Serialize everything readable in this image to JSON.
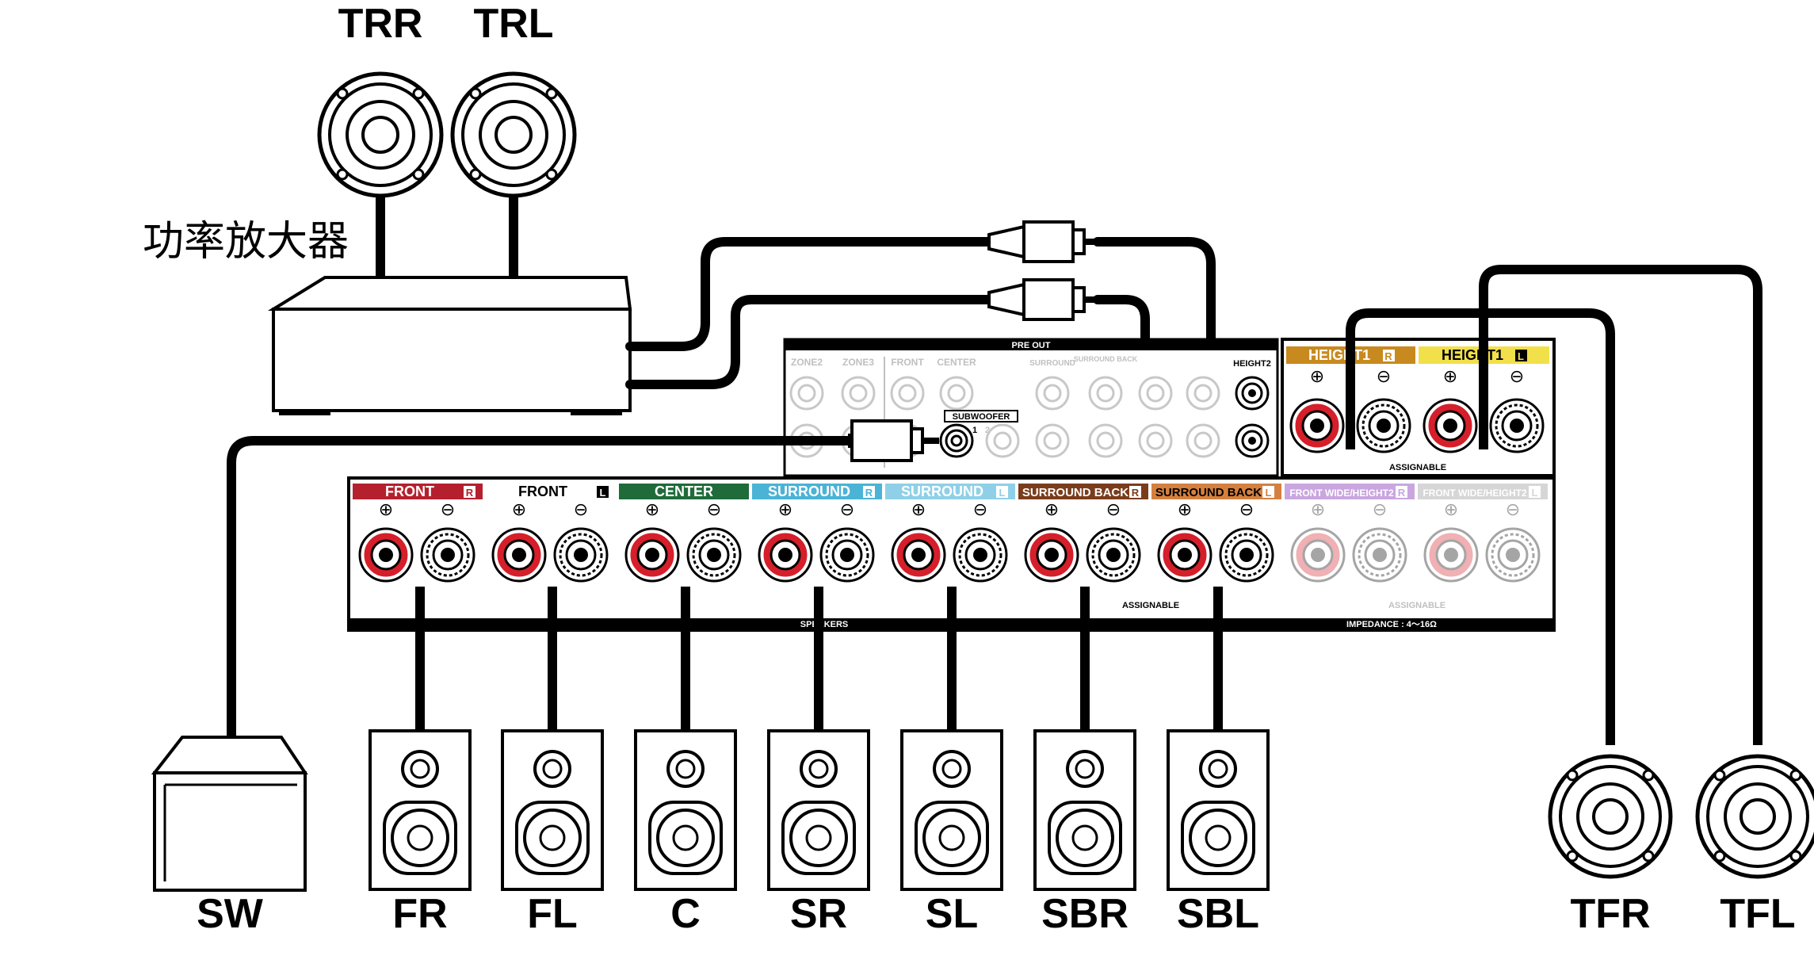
{
  "diagram": {
    "top_labels": [
      "TRR",
      "TRL"
    ],
    "amplifier_label": "功率放大器",
    "preout": {
      "title": "PRE OUT",
      "zone2": "ZONE2",
      "zone3": "ZONE3",
      "front": "FRONT",
      "center": "CENTER",
      "surround": "SURROUND",
      "surround_back": "SURROUND BACK",
      "subwoofer": "SUBWOOFER",
      "sub1": "1",
      "sub2": "2",
      "height2": "HEIGHT2"
    },
    "height1": {
      "r_label": "HEIGHT1",
      "l_label": "HEIGHT1",
      "assignable": "ASSIGNABLE"
    },
    "terminals": [
      {
        "label": "FRONT",
        "side": "R",
        "color": "#b5202e"
      },
      {
        "label": "FRONT",
        "side": "L",
        "color": "#ffffff"
      },
      {
        "label": "CENTER",
        "side": "",
        "color": "#1f6b3a"
      },
      {
        "label": "SURROUND",
        "side": "R",
        "color": "#4ab3d6"
      },
      {
        "label": "SURROUND",
        "side": "L",
        "color": "#8fd0e8"
      },
      {
        "label": "SURROUND BACK",
        "side": "R",
        "color": "#7a3d1c"
      },
      {
        "label": "SURROUND BACK",
        "side": "L",
        "color": "#d4803f"
      },
      {
        "label": "FRONT WIDE/HEIGHT2",
        "side": "R",
        "color": "#c9a6e0"
      },
      {
        "label": "FRONT WIDE/HEIGHT2",
        "side": "L",
        "color": "#d6d6d6"
      }
    ],
    "plus": "⊕",
    "minus": "⊖",
    "assignable": "ASSIGNABLE",
    "speakers_label": "SPEAKERS",
    "impedance": "IMPEDANCE : 4～16Ω",
    "bottom_labels": [
      "SW",
      "FR",
      "FL",
      "C",
      "SR",
      "SL",
      "SBR",
      "SBL",
      "TFR",
      "TFL"
    ],
    "colors": {
      "height1_r": "#c88a1e",
      "height1_l": "#f2e04a",
      "terminal_red": "#d51f2a"
    }
  }
}
